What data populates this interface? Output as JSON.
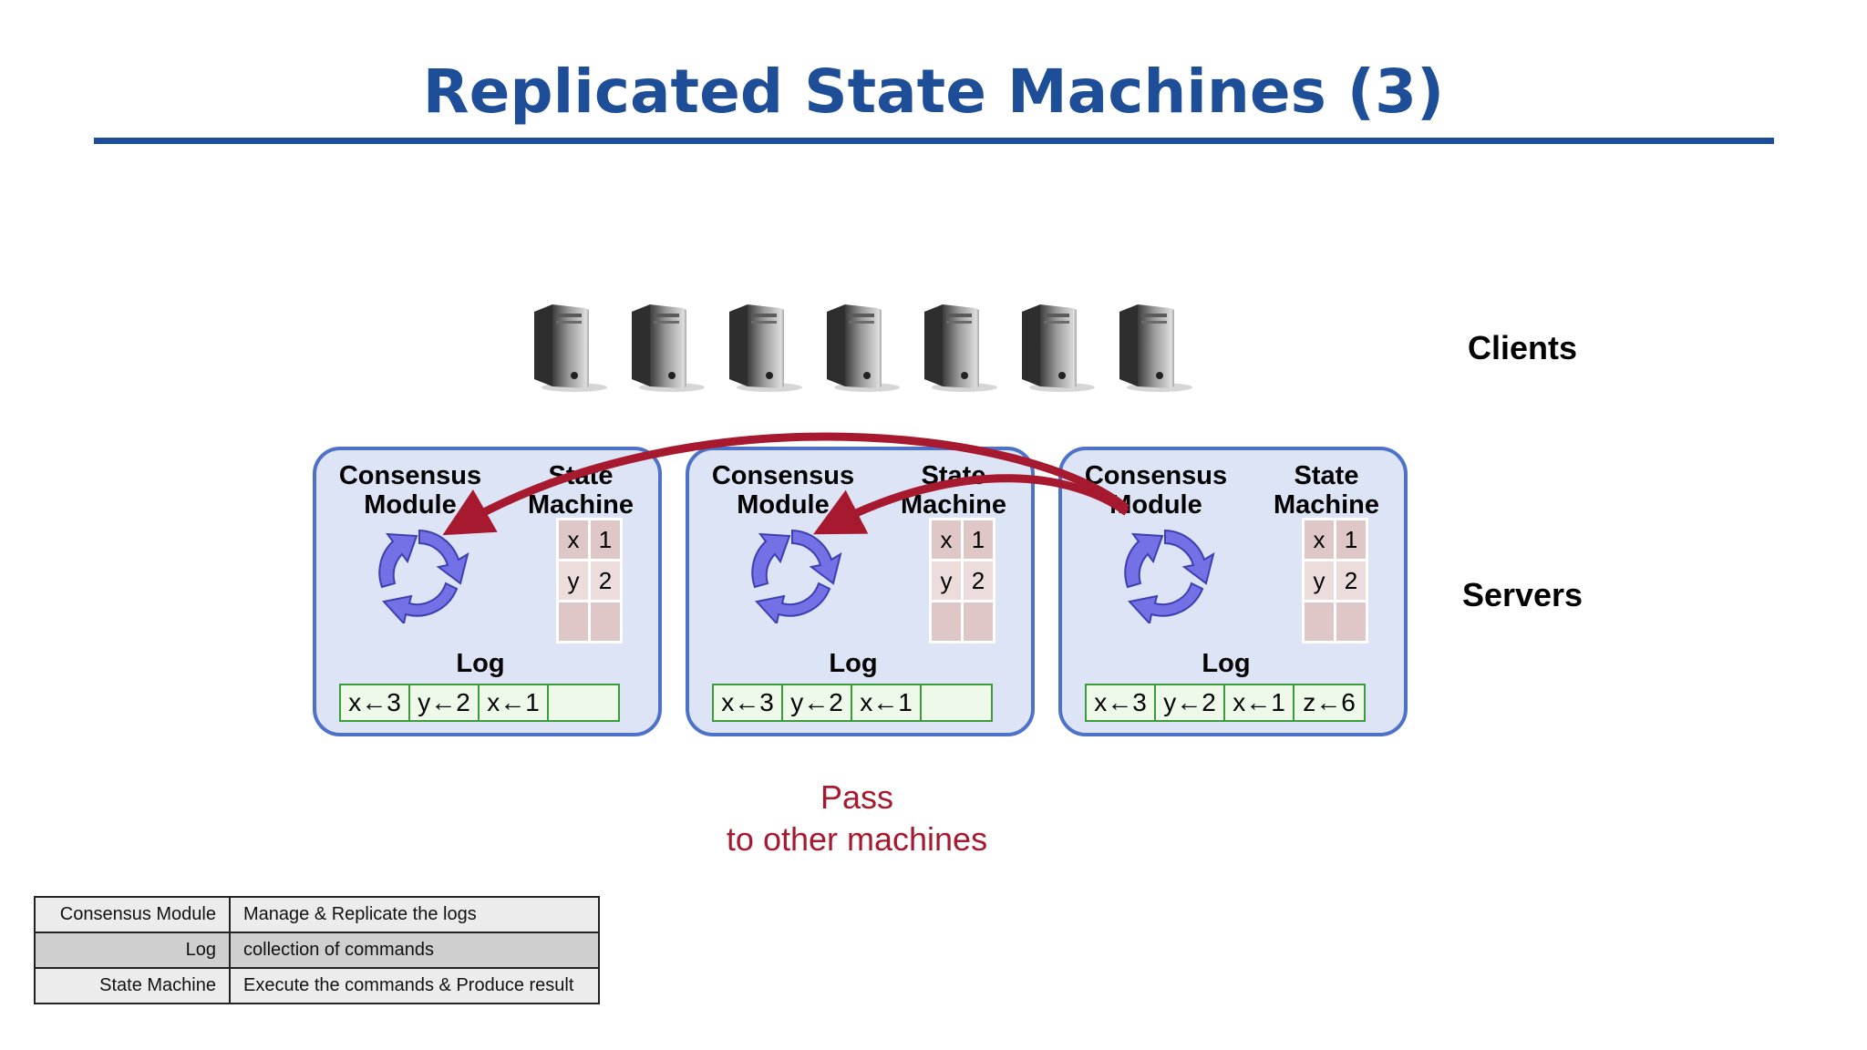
{
  "title": "Replicated State Machines (3)",
  "side_labels": {
    "clients": "Clients",
    "servers": "Servers"
  },
  "client_count": 7,
  "servers": [
    {
      "consensus_label": "Consensus Module",
      "state_machine_label": "State Machine",
      "state_rows": [
        [
          "x",
          "1"
        ],
        [
          "y",
          "2"
        ],
        [
          "",
          ""
        ]
      ],
      "log_label": "Log",
      "log_entries": [
        "x←3",
        "y←2",
        "x←1",
        ""
      ]
    },
    {
      "consensus_label": "Consensus Module",
      "state_machine_label": "State Machine",
      "state_rows": [
        [
          "x",
          "1"
        ],
        [
          "y",
          "2"
        ],
        [
          "",
          ""
        ]
      ],
      "log_label": "Log",
      "log_entries": [
        "x←3",
        "y←2",
        "x←1",
        ""
      ]
    },
    {
      "consensus_label": "Consensus Module",
      "state_machine_label": "State Machine",
      "state_rows": [
        [
          "x",
          "1"
        ],
        [
          "y",
          "2"
        ],
        [
          "",
          ""
        ]
      ],
      "log_label": "Log",
      "log_entries": [
        "x←3",
        "y←2",
        "x←1",
        "z←6"
      ]
    }
  ],
  "pass_note": {
    "line1": "Pass",
    "line2": "to other machines"
  },
  "legend": [
    {
      "term": "Consensus Module",
      "desc": "Manage & Replicate the logs"
    },
    {
      "term": "Log",
      "desc": "collection of commands"
    },
    {
      "term": "State Machine",
      "desc": "Execute the commands & Produce result"
    }
  ],
  "colors": {
    "title": "#1f4e99",
    "arrow": "#a6192e",
    "server_border": "#4e72c9",
    "server_fill": "#dde4f6",
    "log_border": "#3a9d3a"
  }
}
